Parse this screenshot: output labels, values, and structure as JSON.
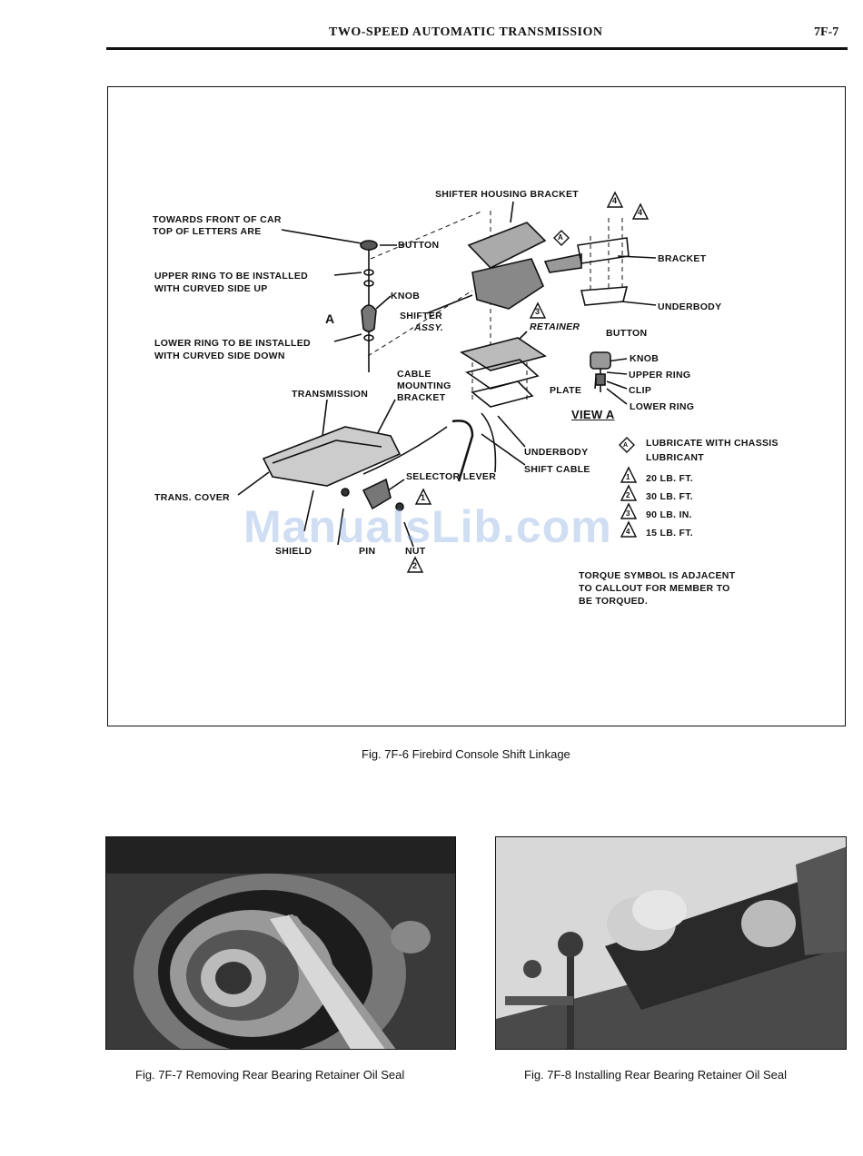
{
  "header": {
    "title": "TWO-SPEED AUTOMATIC TRANSMISSION",
    "page": "7F-7"
  },
  "figure1": {
    "caption": "Fig. 7F-6 Firebird Console Shift Linkage",
    "labels": {
      "shifter_housing_bracket": "SHIFTER HOUSING BRACKET",
      "towards_front_1": "TOWARDS FRONT OF CAR",
      "towards_front_2": "TOP OF LETTERS ARE",
      "button": "BUTTON",
      "bracket": "BRACKET",
      "upper_ring_1": "UPPER RING TO BE INSTALLED",
      "upper_ring_2": "WITH CURVED SIDE UP",
      "knob": "KNOB",
      "underbody": "UNDERBODY",
      "view_a_marker": "A",
      "shifter": "SHIFTER",
      "assy": "ASSY.",
      "retainer": "RETAINER",
      "button2": "BUTTON",
      "lower_ring_1": "LOWER RING TO BE INSTALLED",
      "lower_ring_2": "WITH CURVED SIDE DOWN",
      "knob2": "KNOB",
      "upper_ring_short": "UPPER RING",
      "cable": "CABLE",
      "mounting": "MOUNTING",
      "bracket2": "BRACKET",
      "transmission": "TRANSMISSION",
      "plate": "PLATE",
      "clip": "CLIP",
      "lower_ring_short": "LOWER RING",
      "view_a": "VIEW A",
      "lubricate_1": "LUBRICATE WITH CHASSIS",
      "lubricate_2": "LUBRICANT",
      "underbody2": "UNDERBODY",
      "shift_cable": "SHIFT CABLE",
      "selector_lever": "SELECTOR LEVER",
      "trans_cover": "TRANS. COVER",
      "shield": "SHIELD",
      "pin": "PIN",
      "nut": "NUT",
      "torque_note_1": "TORQUE SYMBOL IS ADJACENT",
      "torque_note_2": "TO CALLOUT FOR MEMBER TO",
      "torque_note_3": "BE TORQUED."
    },
    "legend": [
      {
        "num": "1",
        "value": "20 LB. FT."
      },
      {
        "num": "2",
        "value": "30 LB. FT."
      },
      {
        "num": "3",
        "value": "90 LB. IN."
      },
      {
        "num": "4",
        "value": "15 LB. FT."
      }
    ],
    "callout_nums": {
      "c4": "4",
      "c3": "3",
      "c1": "1",
      "c2": "2"
    },
    "lubricate_symbol": "A"
  },
  "figure2": {
    "caption": "Fig. 7F-7 Removing Rear Bearing Retainer Oil Seal"
  },
  "figure3": {
    "caption": "Fig. 7F-8 Installing Rear Bearing Retainer Oil Seal"
  },
  "watermark": "ManualsLib.com"
}
